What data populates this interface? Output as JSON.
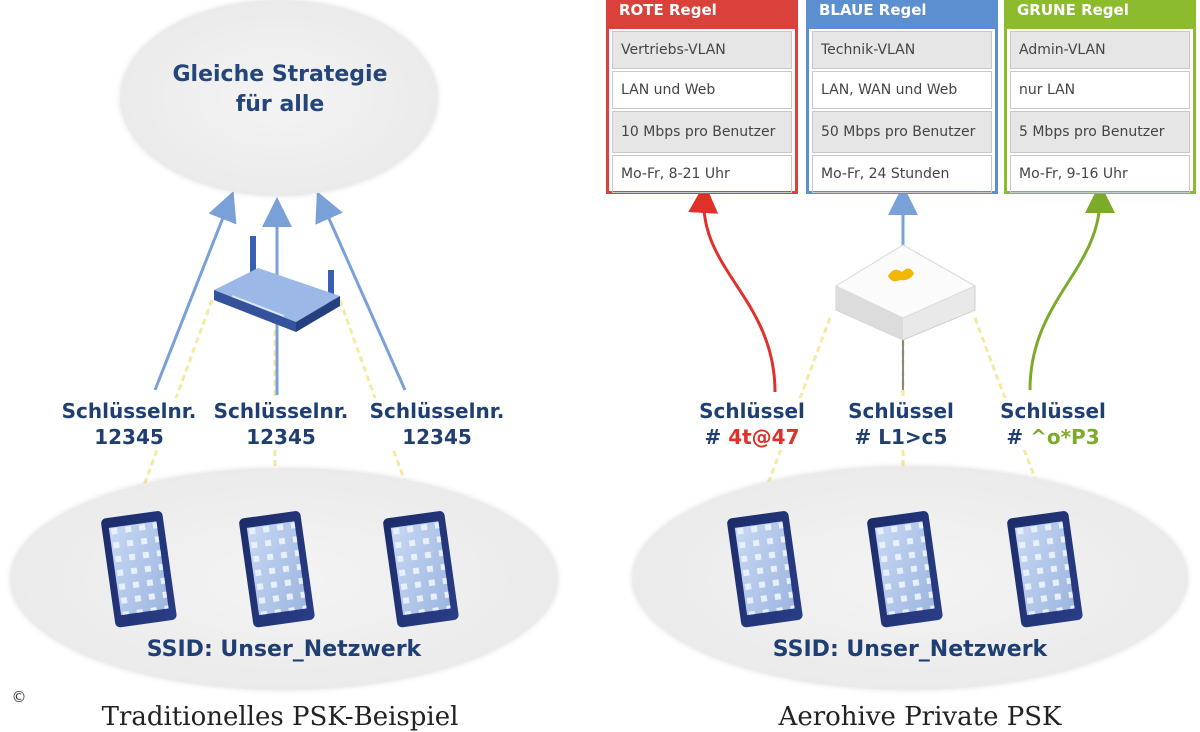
{
  "left": {
    "strategy_line1": "Gleiche Strategie",
    "strategy_line2": "für alle",
    "keys": [
      {
        "label": "Schlüsselnr.",
        "number": "12345"
      },
      {
        "label": "Schlüsselnr.",
        "number": "12345"
      },
      {
        "label": "Schlüsselnr.",
        "number": "12345"
      }
    ],
    "ssid": "SSID: Unser_Netzwerk",
    "caption": "Traditionelles PSK-Beispiel"
  },
  "right": {
    "rules": [
      {
        "title": "ROTE Regel",
        "color": "#d9413a",
        "cells": [
          "Vertriebs-VLAN",
          "LAN und Web",
          "10 Mbps pro Benutzer",
          "Mo-Fr, 8-21 Uhr"
        ]
      },
      {
        "title": "BLAUE Regel",
        "color": "#5b8fd0",
        "cells": [
          "Technik-VLAN",
          "LAN, WAN und Web",
          "50 Mbps pro Benutzer",
          "Mo-Fr, 24 Stunden"
        ]
      },
      {
        "title": "GRÜNE Regel",
        "color": "#8dbb2e",
        "cells": [
          "Admin-VLAN",
          "nur LAN",
          "5 Mbps pro Benutzer",
          "Mo-Fr, 9-16 Uhr"
        ]
      }
    ],
    "keys": [
      {
        "label": "Schlüssel",
        "prefix": "# ",
        "code": "4t@47",
        "code_color": "#e0302a"
      },
      {
        "label": "Schlüssel",
        "prefix": "# ",
        "code": "L1>c5",
        "code_color": "#1f3f73"
      },
      {
        "label": "Schlüssel",
        "prefix": "# ",
        "code": "^o*P3",
        "code_color": "#7cab2a"
      }
    ],
    "ssid": "SSID: Unser_Netzwerk",
    "caption": "Aerohive Private PSK"
  },
  "copyright": "©",
  "colors": {
    "navy": "#1f3f73",
    "arrow_blue": "#7aa0d8",
    "red": "#e0302a",
    "green": "#7cab2a",
    "beam_yellow": "#f6e9a2"
  }
}
